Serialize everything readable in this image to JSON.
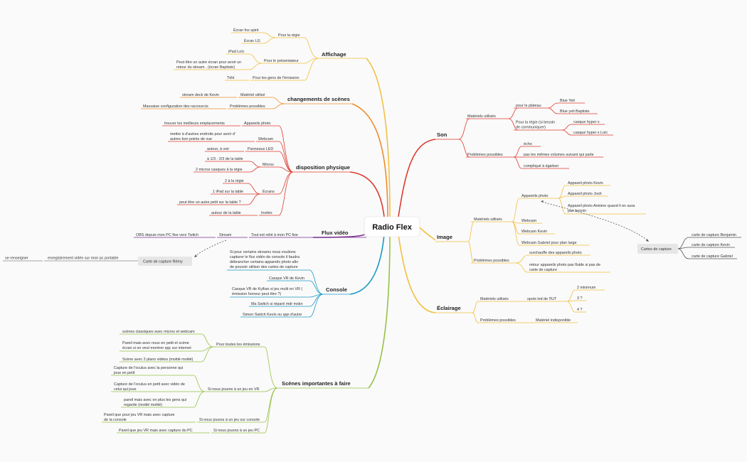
{
  "title": "Radio Flex",
  "colors": {
    "affichage": "#f2c041",
    "changements": "#ee8c2a",
    "disposition": "#e0392d",
    "flux": "#7b2f8e",
    "console": "#1a9bc4",
    "scenes": "#97c145",
    "son": "#e0392d",
    "image": "#f2c041",
    "eclairage": "#f2c041",
    "gray": "#888888"
  },
  "left": {
    "affichage": {
      "label": "Affichage",
      "regie": {
        "label": "Pour la régie",
        "items": [
          "Écran fox spirit",
          "Écran LG"
        ]
      },
      "presentateur": {
        "label": "Pour le présentateur",
        "items": [
          "iPad Loïc",
          "Peut être un autre écran pour avoir un",
          "retour du stream . (écran Baptiste)"
        ]
      },
      "gens": {
        "label": "Pour les gens de l'émission",
        "items": [
          "Télé"
        ]
      }
    },
    "changements": {
      "label": "changements de scènes",
      "materiel": {
        "label": "Matériel utilisé",
        "value": "stream deck de Kevin"
      },
      "problemes": {
        "label": "Problèmes possibles",
        "value": "Mauvaise configuration des raccourcis"
      }
    },
    "disposition": {
      "label": "disposition physique",
      "photo": {
        "label": "Appareils photo",
        "value": "trouver les meilleurs emplacements"
      },
      "webcam": {
        "label": "Webcam",
        "value1": "mettre à d'autres endroits pour avoir d'",
        "value2": "autres bon points de vue"
      },
      "led": {
        "label": "Panneaux LED",
        "value": "autour, à voir"
      },
      "micros": {
        "label": "Micros",
        "items": [
          "à 1/3 - 2/3 de la table",
          "2 micros casques à la régie"
        ]
      },
      "ecrans": {
        "label": "Écrans",
        "items": [
          "2 à la régie",
          "1 iPad sur la table",
          "peut être un autre petit sur la table ?"
        ]
      },
      "invites": {
        "label": "Invités",
        "value": "autour de la table"
      }
    },
    "flux": {
      "label": "Flux vidéo",
      "relie": "Tout est relié à mon PC fixe",
      "stream": "Stream",
      "obs": "OBS depuis mon PC fixe vers Twitch",
      "carte": "Carte de capture Rémy",
      "enregistrement": "enregistrement vidéo sur mon pc portable",
      "renseigner": "se renseigner"
    },
    "console": {
      "label": "Console",
      "note": [
        "Si pour certains streams nous voulions",
        "capturer le flux vidéo de console il faudra",
        "débrancher certains appareils photo afin",
        "de pouvoir utiliser des cartes de capture"
      ],
      "items": [
        "Casque VR de Kevin",
        "Casque VR de Kyllian si jeu multi en VR (",
        "émission horreur peut être ?)",
        "Ma Switch si réparé mdr mskn",
        "Simon Switch Kevin ou qqn d'autre"
      ]
    },
    "scenes": {
      "label": "Scènes importantes à faire",
      "toutes": {
        "label": "Pour toutes les émissions",
        "items": [
          "scènes classiques avec micros et webcam",
          "Pareil mais avec nous en petit et scène",
          "écran si on veut montrer qqc sur internet",
          "Scène avec 2 plans vidéos (moitié moitié)"
        ]
      },
      "vr": {
        "label": "Si nous jouons à un jeu en VR",
        "items": [
          "Capture de l'oculus  avec la personne qui",
          "joue en petit",
          "Capture de l'oculus en petit avec vidéo de",
          "celui qui joue",
          "pareil mais avec en plus les gens qui",
          "regarde (moitié moitié)"
        ]
      },
      "consoleJeu": {
        "label": "Si nous jouons à un jeu sur console",
        "items": [
          "Pareil que pour jeu VR mais avec capture",
          "de la console"
        ]
      },
      "pc": {
        "label": "Si nous jouons à un jeu PC",
        "value": "Pareil que jeu VR mais avec capture du PC"
      }
    }
  },
  "right": {
    "son": {
      "label": "Son",
      "materiels": {
        "label": "Matériels utilisés",
        "plateau": {
          "label": "pour le plateau",
          "items": [
            "Blue Yeti",
            "Blue yeti Baptiste"
          ]
        },
        "regie": {
          "label1": "Pour la régie (si besoin",
          "label2": "de communiquer)",
          "items": [
            "casque hyper x",
            "casque hyper x Loïc"
          ]
        }
      },
      "problemes": {
        "label": "Problèmes possibles",
        "items": [
          "écho",
          "pas les mêmes volumes suivant qui parle",
          "compliqué à égaliser"
        ]
      }
    },
    "image": {
      "label": "Image",
      "materiels": {
        "label": "Matériels utilisés",
        "photo": {
          "label": "Appareils photo",
          "items": [
            "Appareil photo Kevin",
            "Appareil photo Josh",
            "Appareil photo Antoine quand il en aura",
            "pas besoin"
          ]
        },
        "items": [
          "Webcam",
          "Webcam Kevin",
          "Webcam Gabriel pour plan large"
        ]
      },
      "problemes": {
        "label": "Problèmes possibles",
        "items": [
          "surchauffe des appareils photo",
          "retour appareils photo pas fluide si pas de",
          "carte de capture"
        ]
      },
      "cartes": {
        "label": "Cartes de capture",
        "items": [
          "carte de capture Benjamin",
          "carte de capture Kevin",
          "carte de capture Gabriel"
        ]
      }
    },
    "eclairage": {
      "label": "Éclairage",
      "materiels": {
        "label": "Matériels utilisés",
        "spots": "spots led de l'IUT",
        "items": [
          "2 minimum",
          "3 ?",
          "4 ?"
        ]
      },
      "problemes": {
        "label": "Problèmes possibles",
        "value": "Matériel indisponible"
      }
    }
  }
}
